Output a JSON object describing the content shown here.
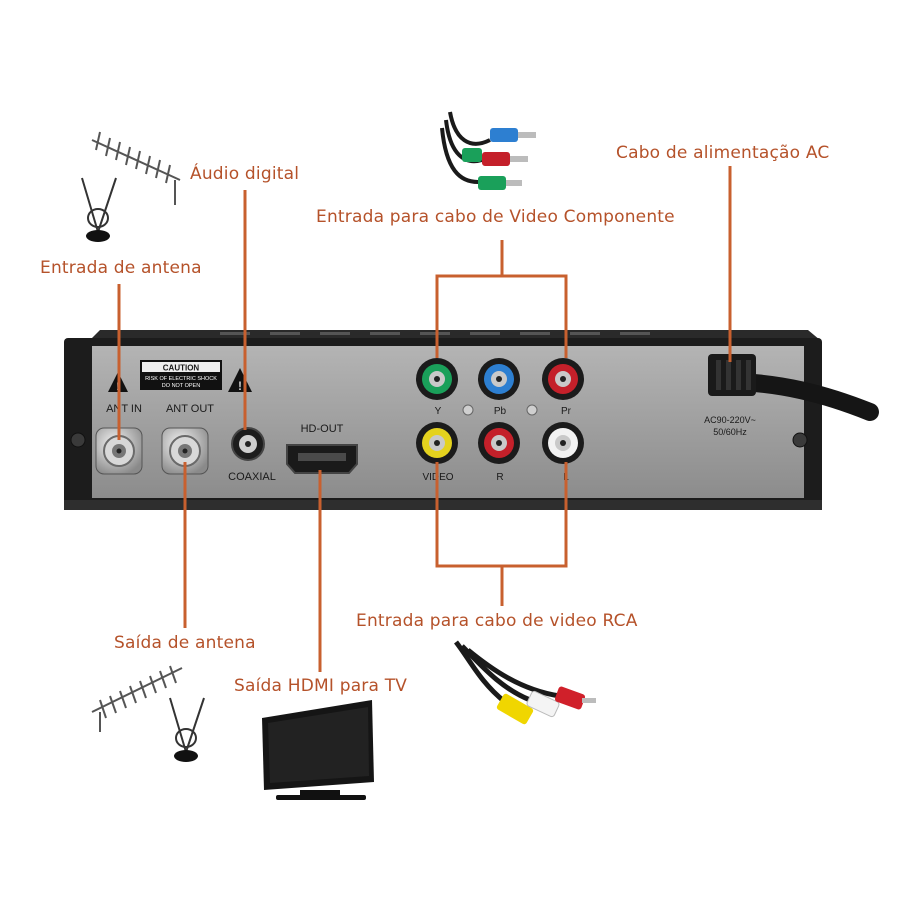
{
  "callouts": {
    "audio_digital": "Áudio digital",
    "antenna_in": "Entrada de antena",
    "component_video": "Entrada para cabo de Video Componente",
    "ac_cable": "Cabo de alimentação AC",
    "rca_video": "Entrada para cabo de video RCA",
    "antenna_out": "Saída de antena",
    "hdmi_out": "Saída HDMI para TV"
  },
  "panel": {
    "caution_title": "CAUTION",
    "caution_line1": "RISK OF ELECTRIC SHOCK",
    "caution_line2": "DO NOT OPEN",
    "ant_in": "ANT IN",
    "ant_out": "ANT OUT",
    "coaxial": "COAXIAL",
    "hd_out": "HD-OUT",
    "y": "Y",
    "pb": "Pb",
    "pr": "Pr",
    "video": "VIDEO",
    "r": "R",
    "l": "L",
    "power_line1": "AC90-220V~",
    "power_line2": "50/60Hz"
  },
  "colors": {
    "callout_text": "#b5522a",
    "leader_line": "#c8602f",
    "panel": "#9a9a9a",
    "case": "#1c1c1c"
  },
  "icons": [
    "yagi-antenna-icon",
    "rabbit-ear-antenna-icon",
    "component-cable-icon",
    "rca-cable-icon",
    "tv-icon",
    "warning-icon"
  ]
}
